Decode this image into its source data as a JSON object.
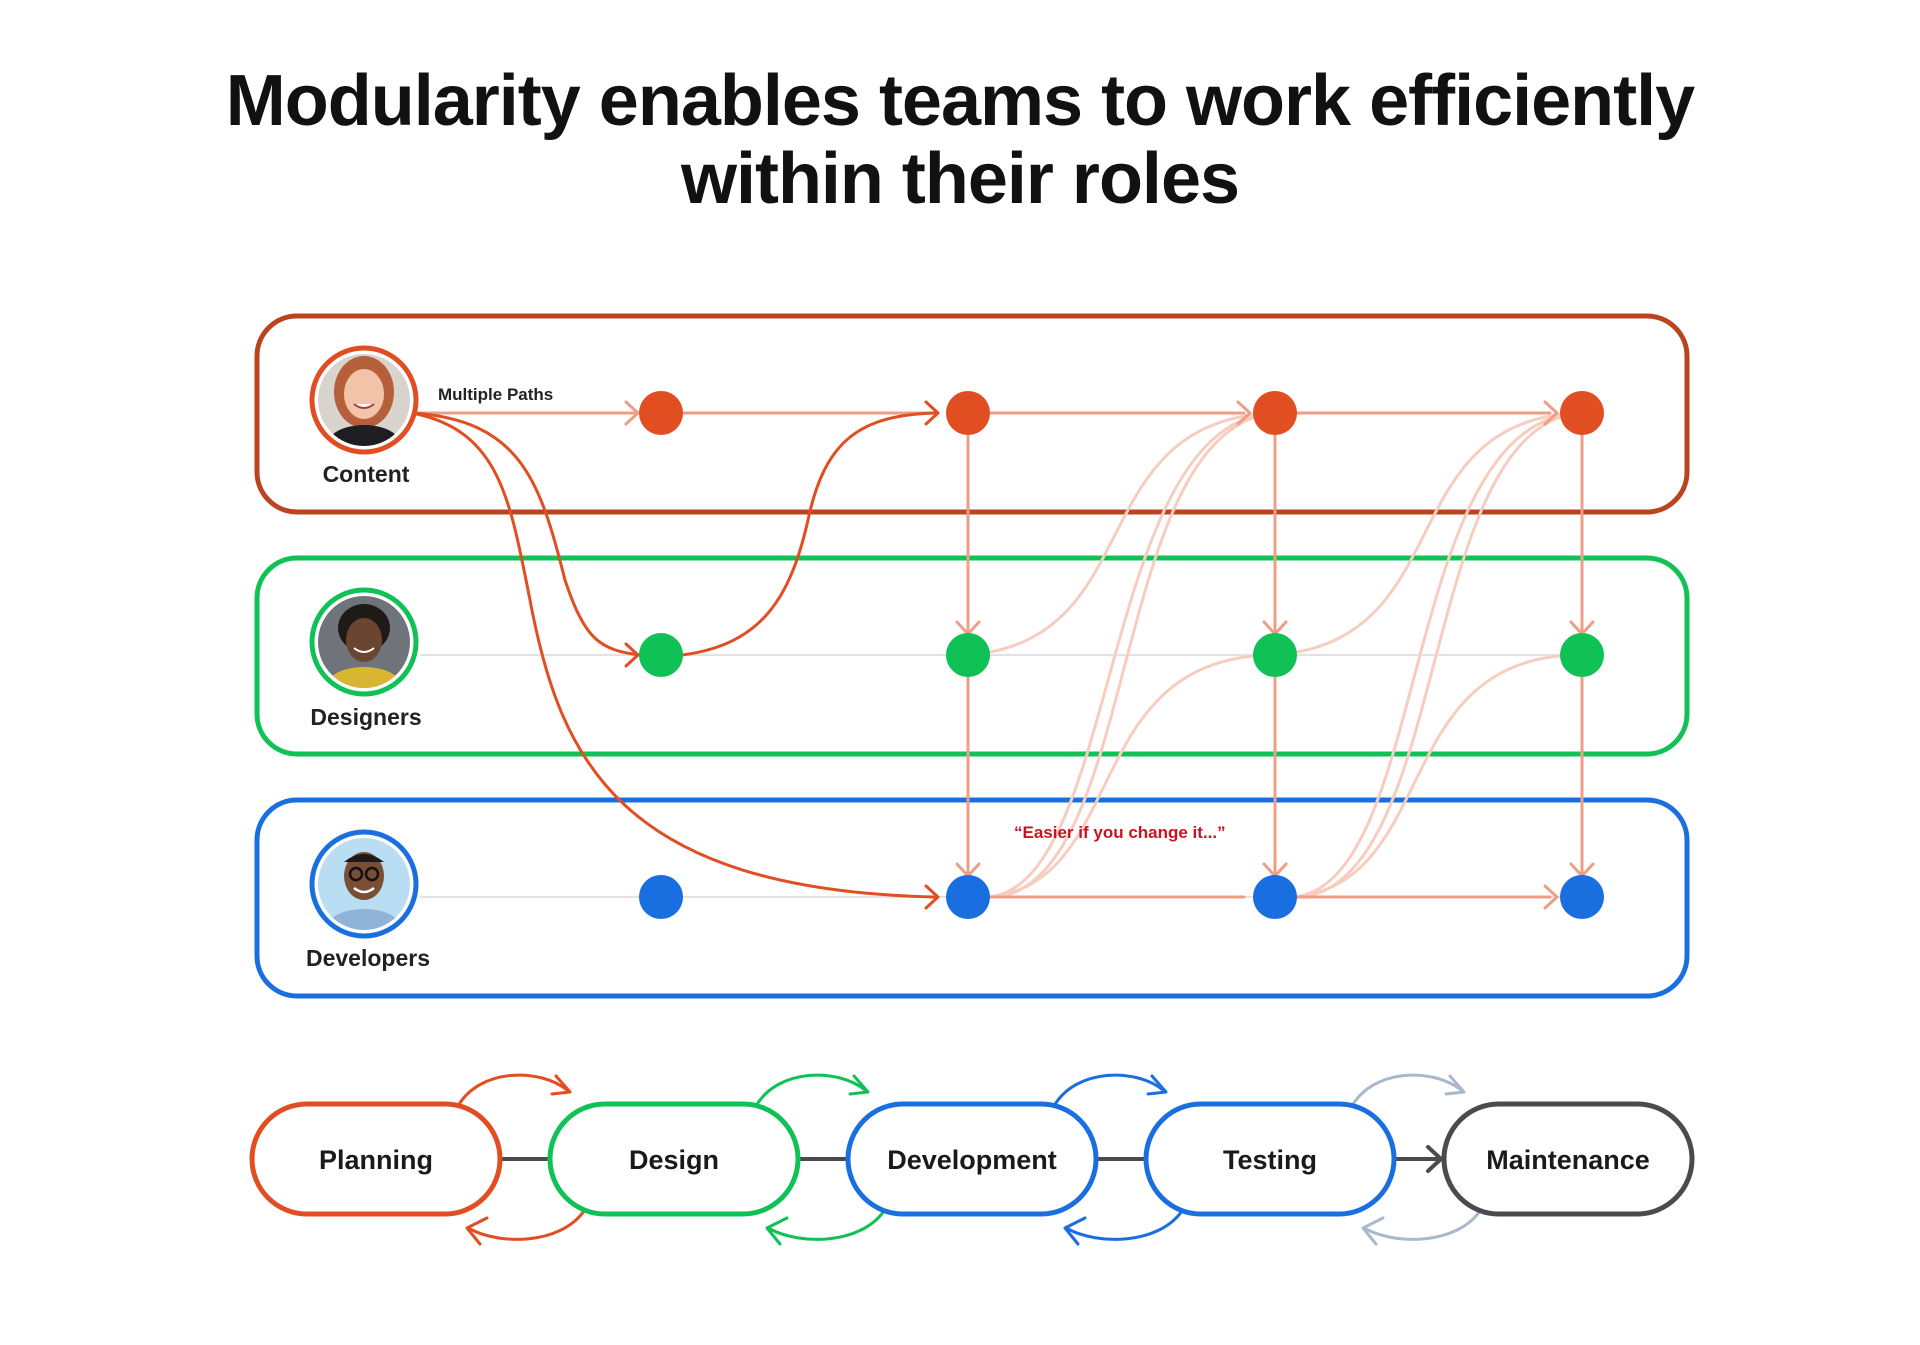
{
  "title": {
    "line1": "Modularity enables teams to work efficiently",
    "line2": "within their roles"
  },
  "colors": {
    "content": "#E04E22",
    "content_box": "#BA4320",
    "designers": "#10C155",
    "developers": "#1A6FE0",
    "maintenance": "#4A4A4F",
    "path_light": "#EE9E86",
    "path_faint": "#F6CDBF",
    "quote": "#C8141E",
    "testing_loop": "#A9B9CC"
  },
  "lanes": [
    {
      "key": "content",
      "label": "Content",
      "avatar": "avatar-content"
    },
    {
      "key": "designers",
      "label": "Designers",
      "avatar": "avatar-designers"
    },
    {
      "key": "developers",
      "label": "Developers",
      "avatar": "avatar-developers"
    }
  ],
  "annotations": {
    "multiple_paths": "Multiple Paths",
    "quote": "“Easier if you change it...”"
  },
  "stages": [
    {
      "key": "planning",
      "label": "Planning"
    },
    {
      "key": "design",
      "label": "Design"
    },
    {
      "key": "development",
      "label": "Development"
    },
    {
      "key": "testing",
      "label": "Testing"
    },
    {
      "key": "maintenance",
      "label": "Maintenance"
    }
  ]
}
